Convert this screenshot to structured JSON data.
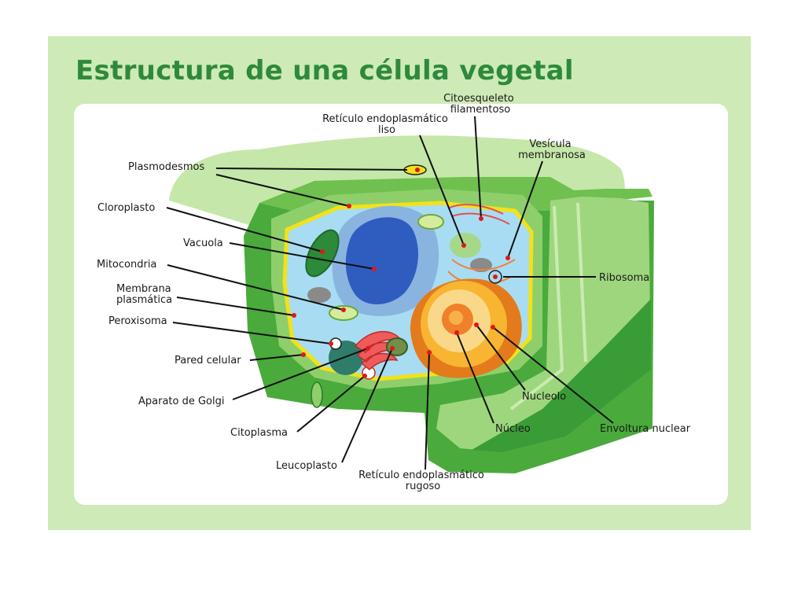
{
  "title": "Estructura de una célula vegetal",
  "labels": {
    "citoesqueleto": [
      "Citoesqueleto",
      "filamentoso"
    ],
    "reticulo_liso": [
      "Retículo endoplasmático",
      "liso"
    ],
    "vesicula": [
      "Vesícula",
      "membranosa"
    ],
    "plasmodesmos": [
      "Plasmodesmos"
    ],
    "cloroplasto": [
      "Cloroplasto"
    ],
    "vacuola": [
      "Vacuola"
    ],
    "mitocondria": [
      "Mitocondria"
    ],
    "membrana": [
      "Membrana",
      "plasmática"
    ],
    "peroxisoma": [
      "Peroxisoma"
    ],
    "pared": [
      "Pared celular"
    ],
    "golgi": [
      "Aparato de Golgi"
    ],
    "citoplasma": [
      "Citoplasma"
    ],
    "leucoplasto": [
      "Leucoplasto"
    ],
    "reticulo_rugoso": [
      "Retículo endoplasmático",
      "rugoso"
    ],
    "nucleo": [
      "Núcleo"
    ],
    "nucleolo": [
      "Nucleolo"
    ],
    "envoltura": [
      "Envoltura nuclear"
    ],
    "ribosoma": [
      "Ribosoma"
    ]
  }
}
